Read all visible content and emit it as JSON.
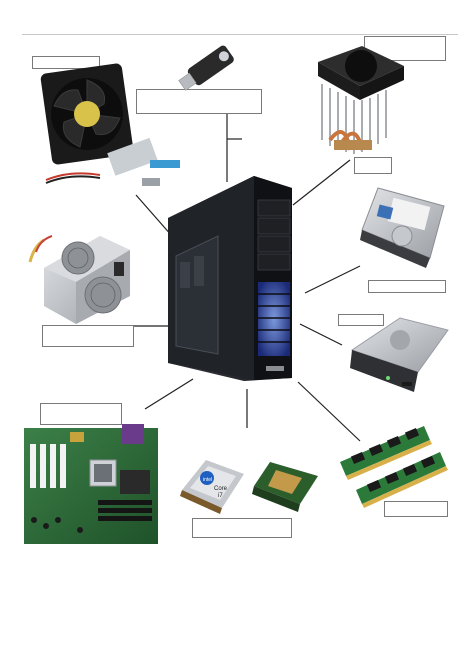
{
  "worksheet": {
    "labels": {
      "fan": "",
      "usb_drive": "",
      "cpu_cooler": "",
      "case_connector": "",
      "hard_drive": "",
      "power_supply": "",
      "optical_drive": "",
      "motherboard": "",
      "processor": "",
      "ram": ""
    },
    "colors": {
      "line": "#222222",
      "box_border": "#7a7a7a",
      "case_body": "#1c1e22",
      "blue_glow": "#3a5fd8",
      "board_green": "#2f6e3a",
      "metal": "#b9bcc0",
      "ram_green": "#2b7a3a"
    },
    "cpu_chip": {
      "brand": "intel",
      "line1": "Core",
      "line2": "i7"
    }
  }
}
